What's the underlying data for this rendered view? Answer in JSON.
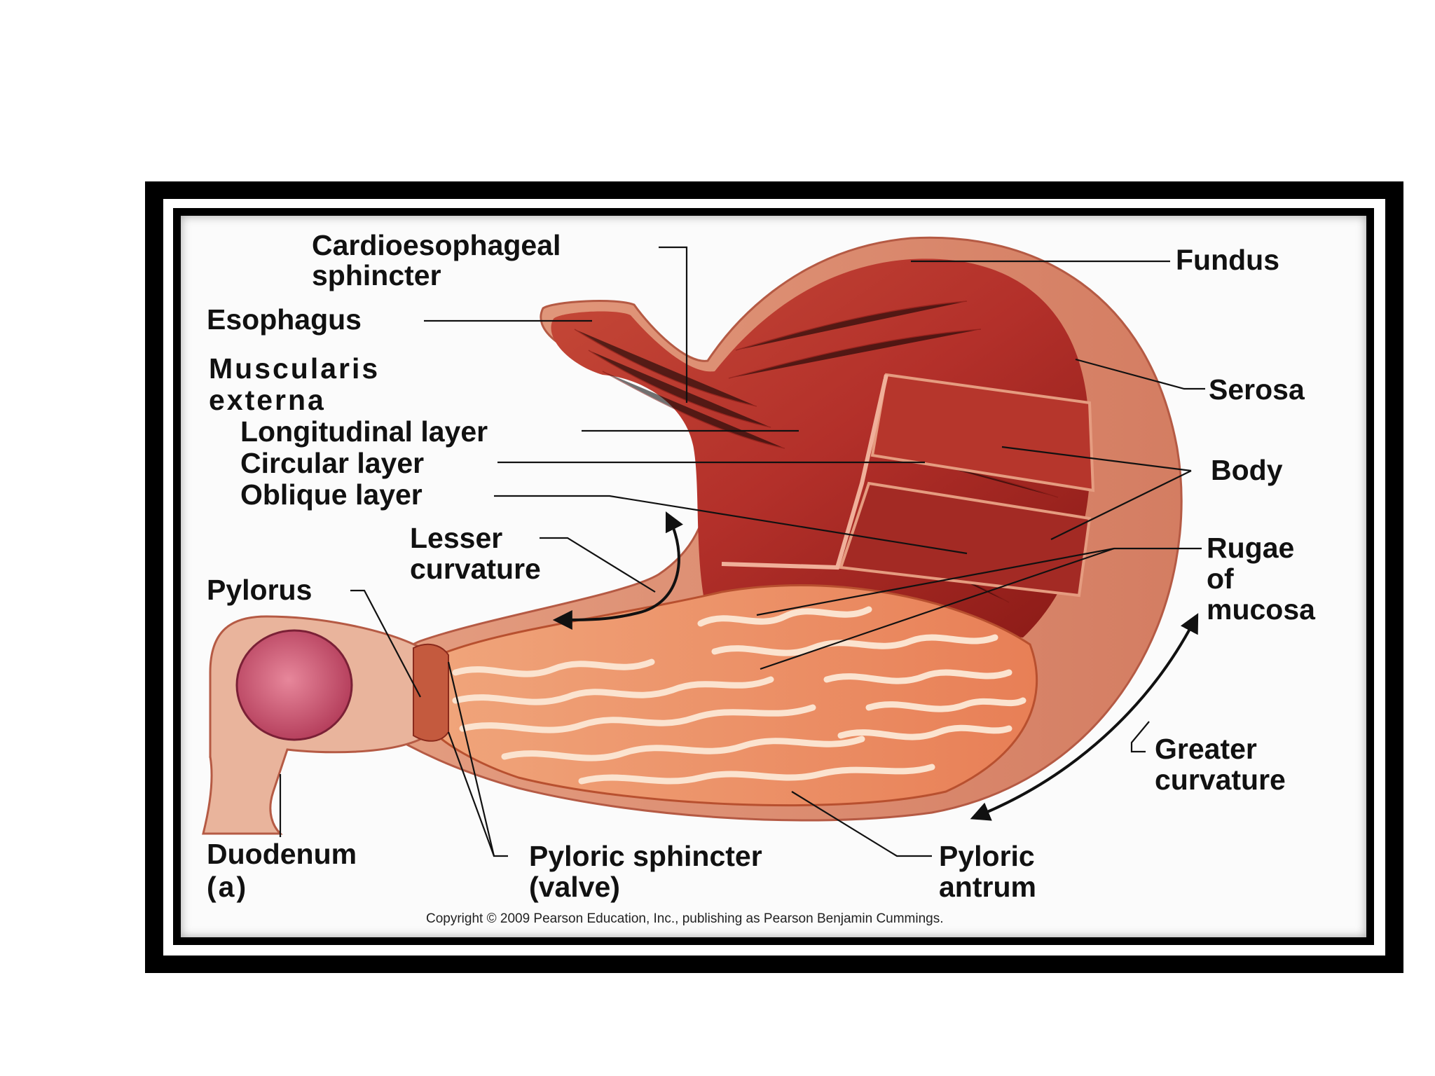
{
  "labels": {
    "cardio_line1": "Cardioesophageal",
    "cardio_line2": "sphincter",
    "esophagus": "Esophagus",
    "muscularis_line1": "Muscularis",
    "muscularis_line2": "externa",
    "longitudinal": "Longitudinal layer",
    "circular": "Circular layer",
    "oblique": "Oblique layer",
    "lesser_line1": "Lesser",
    "lesser_line2": "curvature",
    "pylorus": "Pylorus",
    "duodenum": "Duodenum",
    "panel_letter": "(a)",
    "pyloric_sphincter_line1": "Pyloric sphincter",
    "pyloric_sphincter_line2": "(valve)",
    "antrum_line1": "Pyloric",
    "antrum_line2": "antrum",
    "fundus": "Fundus",
    "serosa": "Serosa",
    "body": "Body",
    "rugae_line1": "Rugae",
    "rugae_line2": "of",
    "rugae_line3": "mucosa",
    "greater_line1": "Greater",
    "greater_line2": "curvature"
  },
  "copyright": "Copyright © 2009 Pearson Education, Inc., publishing as Pearson Benjamin Cummings.",
  "colors": {
    "muscle_dark": "#9e1f1a",
    "muscle_mid": "#c43a2c",
    "serosa": "#e8a083",
    "mucosa": "#f2a277",
    "rugae_fold": "#fbe3cf",
    "duodenum_lumen": "#c9506a"
  }
}
